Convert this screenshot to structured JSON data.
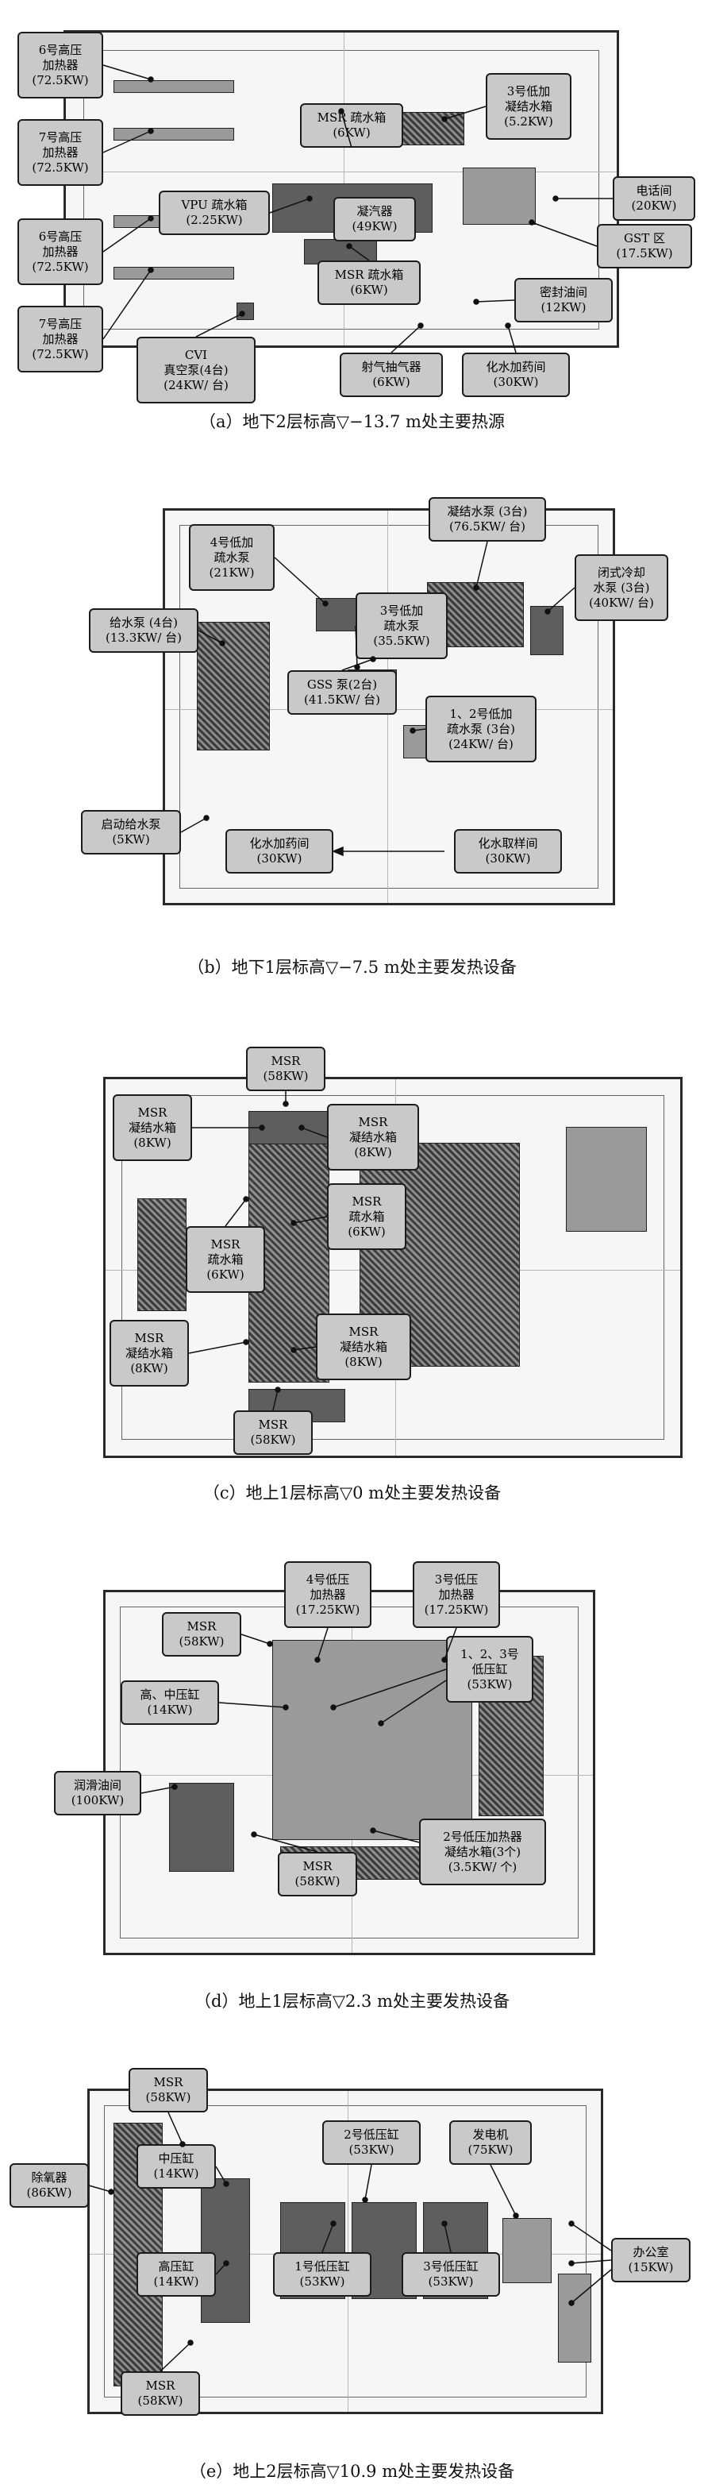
{
  "panels": [
    {
      "caption": "（a）地下2层标高▽−13.7 m处主要热源",
      "labels": [
        [
          "6号高压",
          "加热器",
          "(72.5KW)"
        ],
        [
          "7号高压",
          "加热器",
          "(72.5KW)"
        ],
        [
          "6号高压",
          "加热器",
          "(72.5KW)"
        ],
        [
          "7号高压",
          "加热器",
          "(72.5KW)"
        ],
        [
          "MSR 疏水箱",
          "(6KW)"
        ],
        [
          "3号低加",
          "凝结水箱",
          "(5.2KW)"
        ],
        [
          "电话间",
          "(20KW)"
        ],
        [
          "VPU 疏水箱",
          "(2.25KW)"
        ],
        [
          "凝汽器",
          "(49KW)"
        ],
        [
          "GST 区",
          "(17.5KW)"
        ],
        [
          "MSR 疏水箱",
          "(6KW)"
        ],
        [
          "密封油间",
          "(12KW)"
        ],
        [
          "CVI",
          "真空泵(4台)",
          "(24KW/ 台)"
        ],
        [
          "射气抽气器",
          "(6KW)"
        ],
        [
          "化水加药间",
          "(30KW)"
        ]
      ]
    },
    {
      "caption": "（b）地下1层标高▽−7.5 m处主要发热设备",
      "labels": [
        [
          "4号低加",
          "疏水泵",
          "(21KW)"
        ],
        [
          "凝结水泵 (3台)",
          "(76.5KW/ 台)"
        ],
        [
          "闭式冷却",
          "水泵 (3台)",
          "(40KW/ 台)"
        ],
        [
          "给水泵 (4台)",
          "(13.3KW/ 台)"
        ],
        [
          "3号低加",
          "疏水泵",
          "(35.5KW)"
        ],
        [
          "GSS 泵(2台)",
          "(41.5KW/ 台)"
        ],
        [
          "1、2号低加",
          "疏水泵 (3台)",
          "(24KW/ 台)"
        ],
        [
          "启动给水泵",
          "(5KW)"
        ],
        [
          "化水加药间",
          "(30KW)"
        ],
        [
          "化水取样间",
          "(30KW)"
        ]
      ]
    },
    {
      "caption": "（c）地上1层标高▽0 m处主要发热设备",
      "labels": [
        [
          "MSR",
          "(58KW)"
        ],
        [
          "MSR",
          "凝结水箱",
          "(8KW)"
        ],
        [
          "MSR",
          "凝结水箱",
          "(8KW)"
        ],
        [
          "MSR",
          "疏水箱",
          "(6KW)"
        ],
        [
          "MSR",
          "疏水箱",
          "(6KW)"
        ],
        [
          "MSR",
          "凝结水箱",
          "(8KW)"
        ],
        [
          "MSR",
          "凝结水箱",
          "(8KW)"
        ],
        [
          "MSR",
          "(58KW)"
        ]
      ]
    },
    {
      "caption": "（d）地上1层标高▽2.3 m处主要发热设备",
      "labels": [
        [
          "4号低压",
          "加热器",
          "(17.25KW)"
        ],
        [
          "3号低压",
          "加热器",
          "(17.25KW)"
        ],
        [
          "MSR",
          "(58KW)"
        ],
        [
          "1、2、3号",
          "低压缸",
          "(53KW)"
        ],
        [
          "高、中压缸",
          "(14KW)"
        ],
        [
          "润滑油间",
          "(100KW)"
        ],
        [
          "2号低压加热器",
          "凝结水箱(3个)",
          "(3.5KW/ 个)"
        ],
        [
          "MSR",
          "(58KW)"
        ]
      ]
    },
    {
      "caption": "（e）地上2层标高▽10.9 m处主要发热设备",
      "labels": [
        [
          "MSR",
          "(58KW)"
        ],
        [
          "中压缸",
          "(14KW)"
        ],
        [
          "2号低压缸",
          "(53KW)"
        ],
        [
          "发电机",
          "(75KW)"
        ],
        [
          "除氧器",
          "(86KW)"
        ],
        [
          "高压缸",
          "(14KW)"
        ],
        [
          "1号低压缸",
          "(53KW)"
        ],
        [
          "3号低压缸",
          "(53KW)"
        ],
        [
          "办公室",
          "(15KW)"
        ],
        [
          "MSR",
          "(58KW)"
        ]
      ]
    }
  ]
}
